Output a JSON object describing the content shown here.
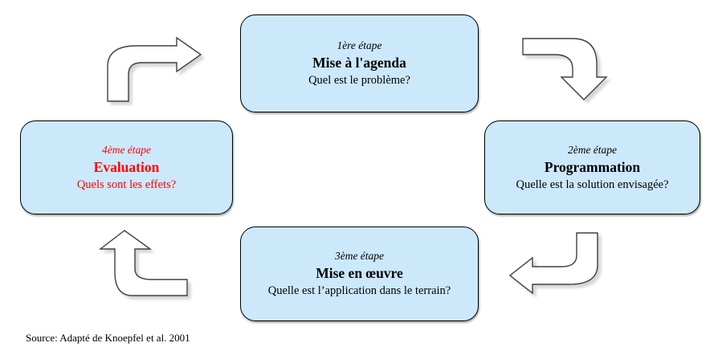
{
  "boxes": [
    {
      "step": "1ère étape",
      "title": "Mise à l'agenda",
      "question": "Quel est le problème?"
    },
    {
      "step": "2ème étape",
      "title": "Programmation",
      "question": "Quelle est la solution envisagée?"
    },
    {
      "step": "3ème étape",
      "title": "Mise en œuvre",
      "question": "Quelle est l’application dans le terrain?"
    },
    {
      "step": "4ème étape",
      "title": "Evaluation",
      "question": "Quels sont les effets?"
    }
  ],
  "arrows": [
    {
      "icon": "curved-arrow-up-right-icon",
      "from": "4ème étape",
      "to": "1ère étape"
    },
    {
      "icon": "curved-arrow-right-down-icon",
      "from": "1ère étape",
      "to": "2ème étape"
    },
    {
      "icon": "curved-arrow-down-left-icon",
      "from": "2ème étape",
      "to": "3ème étape"
    },
    {
      "icon": "curved-arrow-left-up-icon",
      "from": "3ème étape",
      "to": "4ème étape"
    }
  ],
  "source_note": "Source: Adapté de Knoepfel et al. 2001",
  "colors": {
    "background": "#ffffff",
    "box_fill": "#cce9fb",
    "box_border": "#000000",
    "text_default": "#000000",
    "text_highlight": "#ff0000",
    "arrow_fill": "#ffffff",
    "arrow_stroke": "#404040"
  }
}
